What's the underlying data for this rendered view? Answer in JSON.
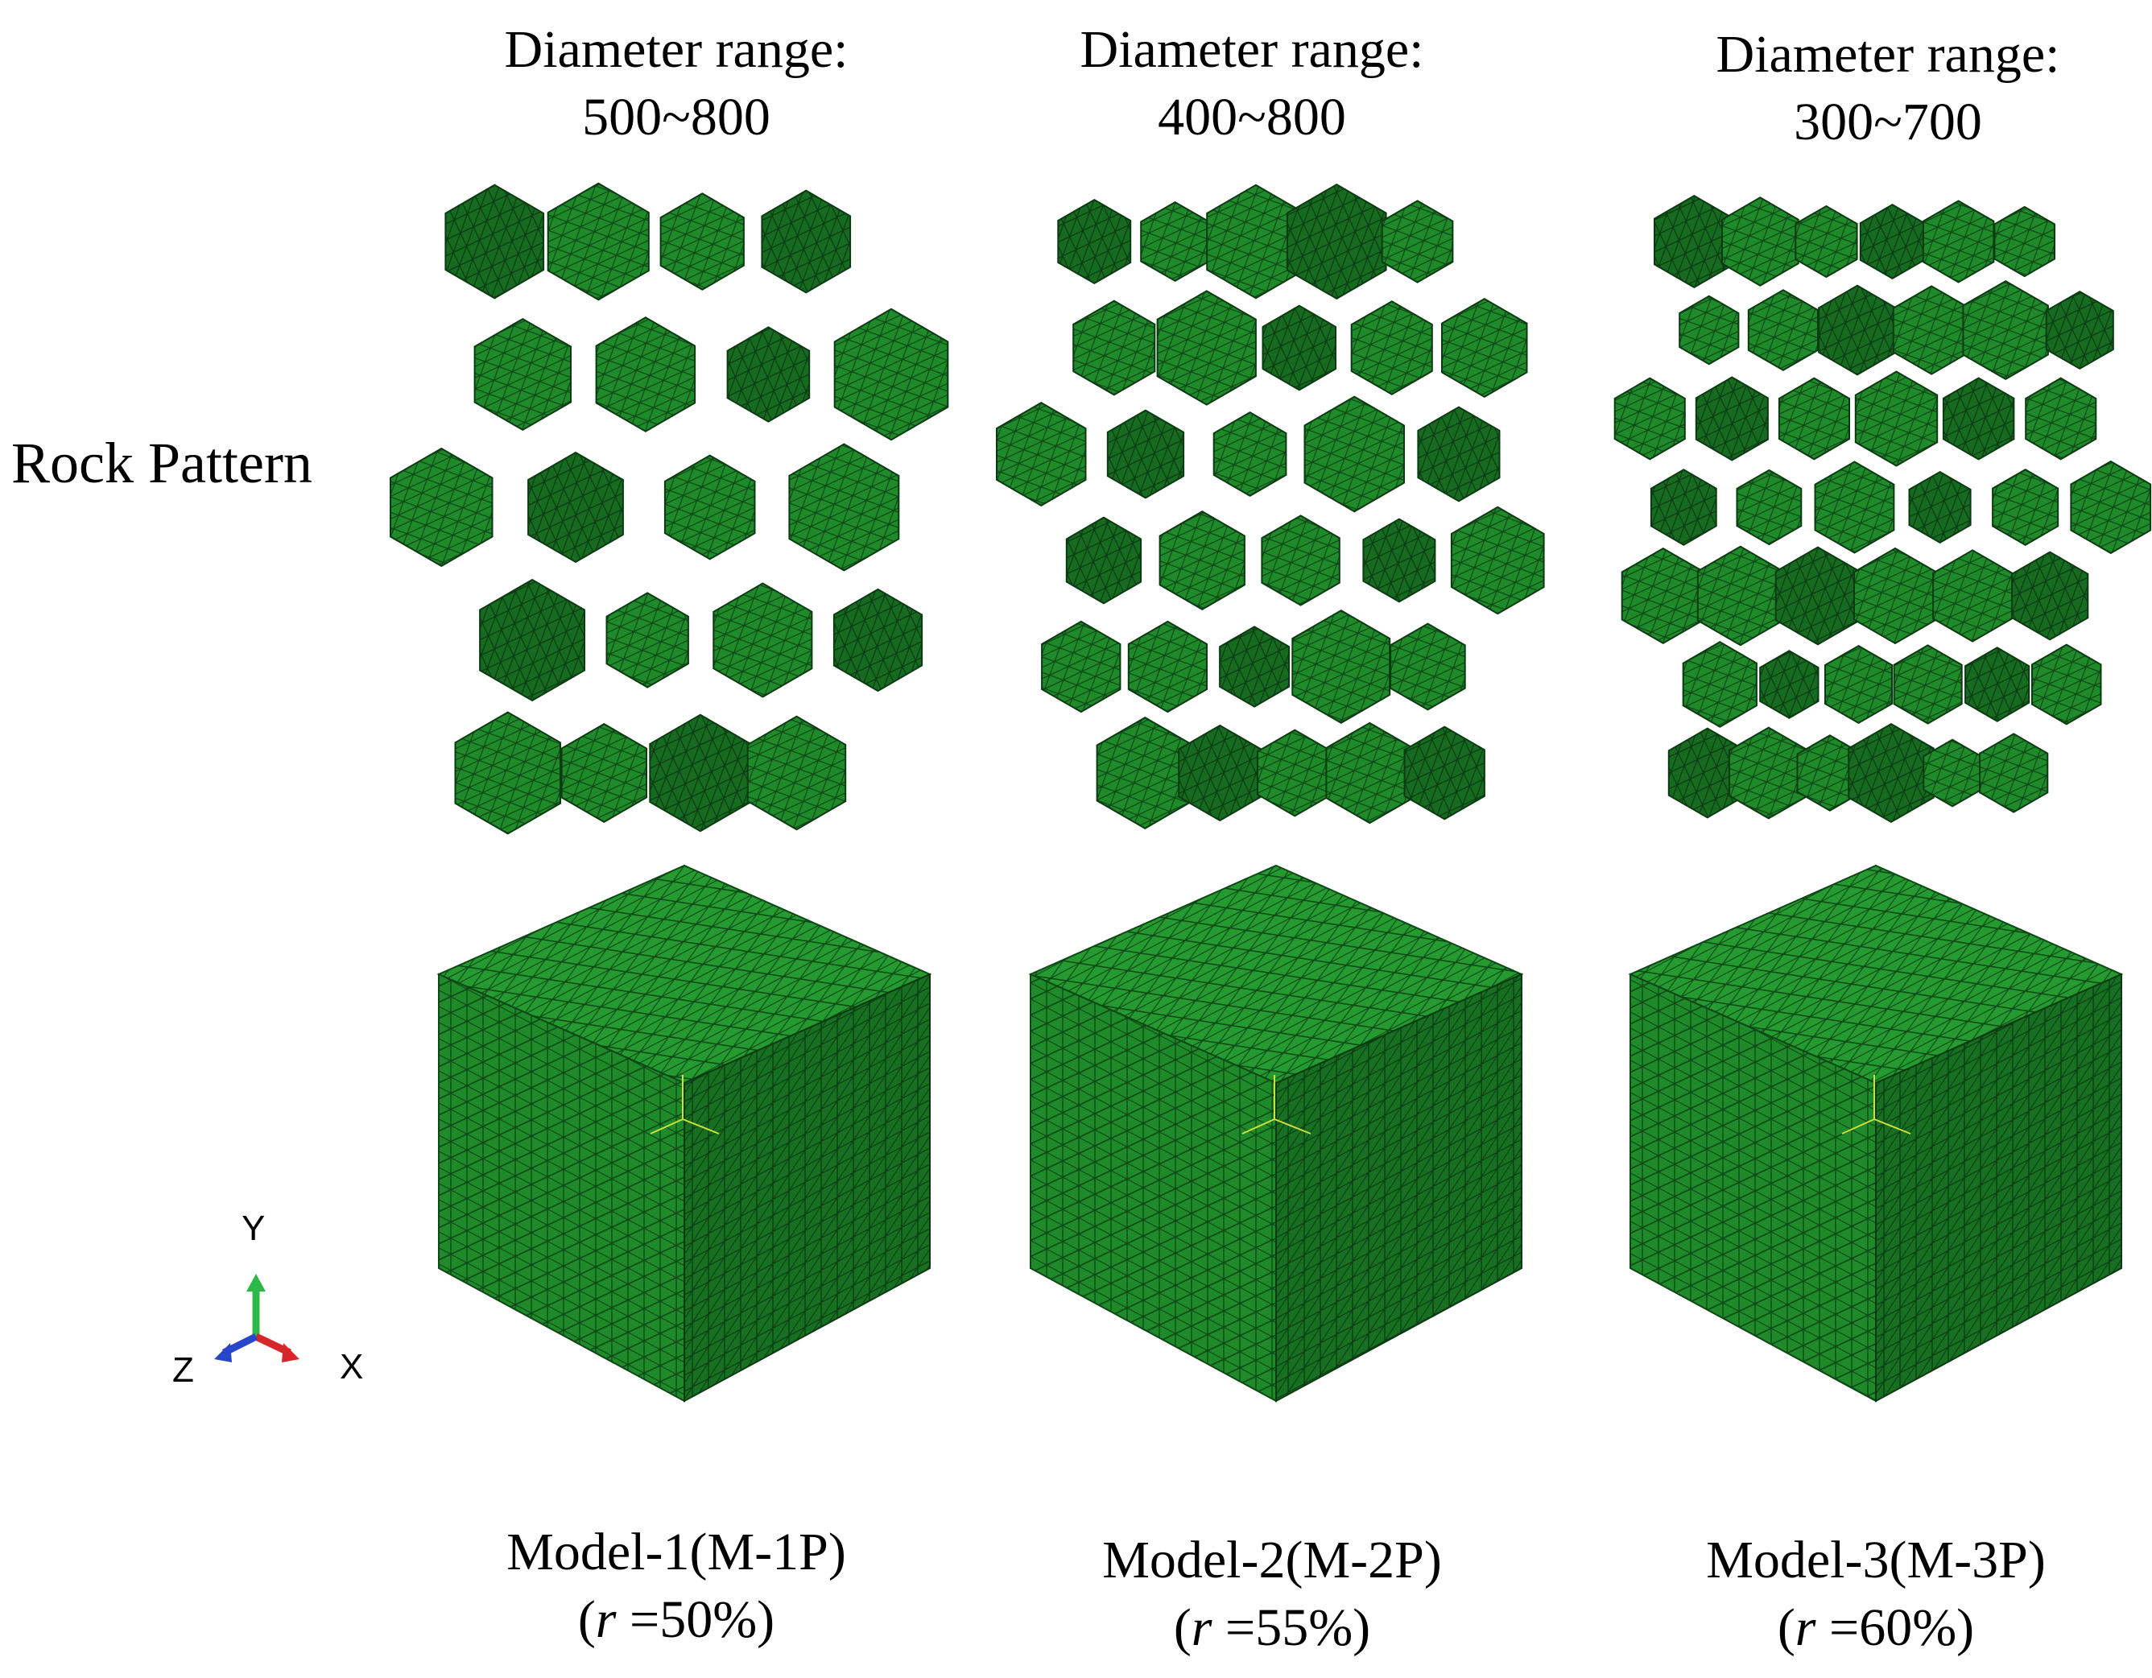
{
  "columns": [
    {
      "range_title": "Diameter range:",
      "range_value": "500~800",
      "model_name": "Model-1(M-1P)",
      "ratio_prefix": "(",
      "ratio_var": "r",
      "ratio_rest": " =50%)"
    },
    {
      "range_title": "Diameter range:",
      "range_value": "400~800",
      "model_name": "Model-2(M-2P)",
      "ratio_prefix": "(",
      "ratio_var": "r",
      "ratio_rest": " =55%)"
    },
    {
      "range_title": "Diameter range:",
      "range_value": "300~700",
      "model_name": "Model-3(M-3P)",
      "ratio_prefix": "(",
      "ratio_var": "r",
      "ratio_rest": " =60%)"
    }
  ],
  "row_label": "Rock Pattern",
  "triad": {
    "y": "Y",
    "x": "X",
    "z": "Z"
  },
  "colors": {
    "mesh_green": "#1f8a2a",
    "mesh_dark": "#156d20",
    "mesh_top": "#249a30",
    "mesh_line": "#0e4716",
    "axis_y": "#2db84a",
    "axis_x": "#d6262a",
    "axis_z": "#2846c8",
    "tiny_axis": "#cde03a"
  },
  "icons": [
    "coordinate-triad-icon"
  ]
}
